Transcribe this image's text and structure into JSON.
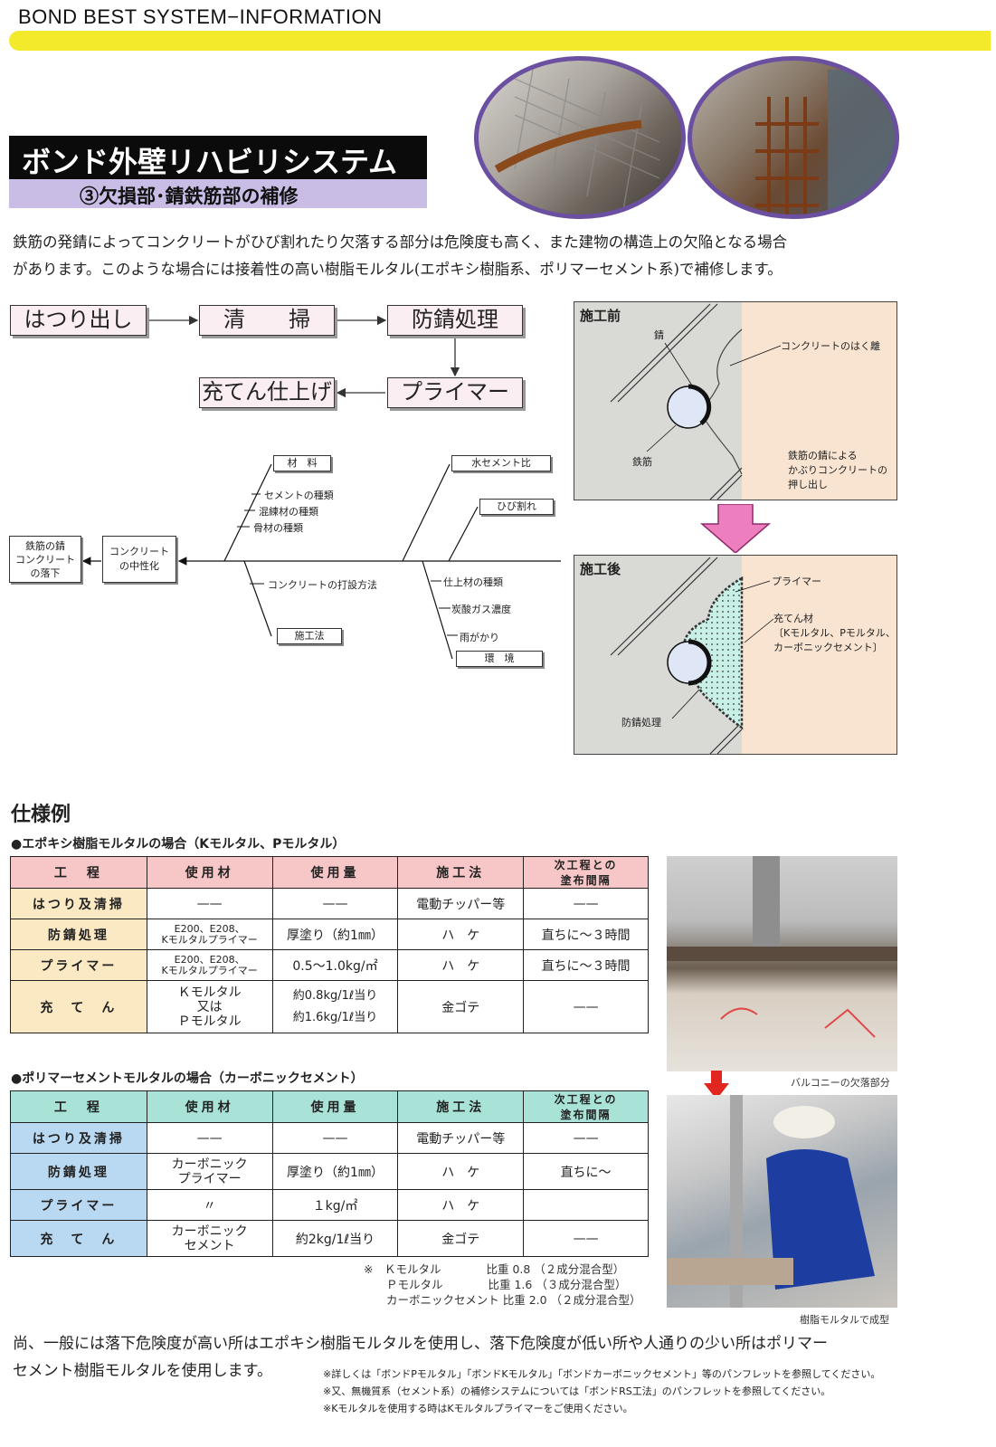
{
  "header": {
    "title": "BOND BEST SYSTEM−INFORMATION"
  },
  "title": {
    "main": "ボンド外壁リハビリシステム",
    "sub": "③欠損部･錆鉄筋部の補修"
  },
  "intro": {
    "line1": "鉄筋の発錆によってコンクリートがひび割れたり欠落する部分は危険度も高く、また建物の構造上の欠陥となる場合",
    "line2": "があります。このような場合には接着性の高い樹脂モルタル(エポキシ樹脂系、ポリマーセメント系)で補修します。"
  },
  "flow": {
    "step1": "はつり出し",
    "step2": "清　　掃",
    "step3": "防錆処理",
    "step4": "プライマー",
    "step5": "充てん仕上げ"
  },
  "fishbone": {
    "result": "鉄筋の錆\nコンクリート\nの落下",
    "cause": "コンクリート\nの中性化",
    "materials": "材　料",
    "mat_items": [
      "セメントの種類",
      "混練材の種類",
      "骨材の種類"
    ],
    "wc_ratio": "水セメント比",
    "crack": "ひび割れ",
    "method": "施工法",
    "placing": "コンクリートの打設方法",
    "environment": "環　境",
    "env_items": [
      "仕上材の種類",
      "炭酸ガス濃度",
      "雨がかり"
    ]
  },
  "before": {
    "title": "施工前",
    "rust": "錆",
    "spall": "コンクリートのはく離",
    "rebar": "鉄筋",
    "push": "鉄筋の錆による\nかぶりコンクリートの\n押し出し"
  },
  "after": {
    "title": "施工後",
    "primer": "プライマー",
    "filler": "充てん材\n〔Kモルタル、Pモルタル、\nカーボニックセメント〕",
    "antirust": "防錆処理"
  },
  "spec": {
    "title": "仕様例",
    "table1_title": "●エポキシ樹脂モルタルの場合（Kモルタル、Pモルタル）",
    "table2_title": "●ポリマーセメントモルタルの場合（カーボニックセメント）",
    "headers": [
      "工　程",
      "使用材",
      "使用量",
      "施工法",
      "次工程との\n塗布間隔"
    ],
    "table1_rows": [
      [
        "はつり及清掃",
        "——",
        "——",
        "電動チッパー等",
        "——"
      ],
      [
        "防錆処理",
        "E200、E208、\nKモルタルプライマー",
        "厚塗り（約1㎜）",
        "ハ　ケ",
        "直ちに～３時間"
      ],
      [
        "プライマー",
        "E200、E208、\nKモルタルプライマー",
        "0.5～1.0kg/㎡",
        "ハ　ケ",
        "直ちに～３時間"
      ],
      [
        "充　て　ん",
        "Ｋモルタル\n又は\nＰモルタル",
        "約0.8kg/1ℓ当り\n約1.6kg/1ℓ当り",
        "金ゴテ",
        "——"
      ]
    ],
    "table2_rows": [
      [
        "はつり及清掃",
        "——",
        "——",
        "電動チッパー等",
        "——"
      ],
      [
        "防錆処理",
        "カーボニック\nプライマー",
        "厚塗り（約1㎜）",
        "ハ　ケ",
        "直ちに～"
      ],
      [
        "プライマー",
        "〃",
        "１kg/㎡",
        "ハ　ケ",
        ""
      ],
      [
        "充　て　ん",
        "カーボニック\nセメント",
        "約2kg/1ℓ当り",
        "金ゴテ",
        "——"
      ]
    ],
    "notes": "※　Ｋモルタル　　　　比重 0.8 （２成分混合型）\n　　Ｐモルタル　　　　比重 1.6 （３成分混合型）\n　　カーボニックセメント 比重 2.0 （２成分混合型）"
  },
  "photos": {
    "balcony_caption": "バルコニーの欠落部分",
    "resin_caption": "樹脂モルタルで成型"
  },
  "footer": {
    "line1": "尚、一般には落下危険度が高い所はエポキシ樹脂モルタルを使用し、落下危険度が低い所や人通りの少い所はポリマー",
    "line2": "セメント樹脂モルタルを使用します。",
    "fn1": "※詳しくは「ボンドPモルタル」「ボンドKモルタル」「ボンドカーボニックセメント」等のパンフレットを参照してください。",
    "fn2": "※又、無機質系（セメント系）の補修システムについては「ボンドRS工法」のパンフレットを参照してください。",
    "fn3": "※Kモルタルを使用する時はKモルタルプライマーをご使用ください。"
  }
}
